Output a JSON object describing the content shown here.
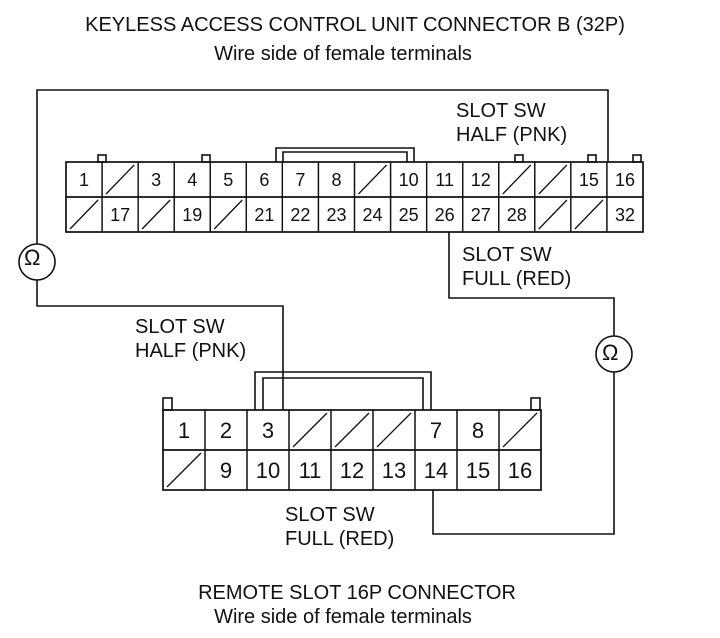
{
  "top_connector": {
    "title": "KEYLESS ACCESS CONTROL UNIT CONNECTOR B (32P)",
    "subtitle": "Wire side of female terminals",
    "row1": [
      "1",
      "",
      "3",
      "4",
      "5",
      "6",
      "7",
      "8",
      "",
      "10",
      "11",
      "12",
      "",
      "",
      "15",
      "16"
    ],
    "row2": [
      "",
      "17",
      "",
      "19",
      "",
      "21",
      "22",
      "23",
      "24",
      "25",
      "26",
      "27",
      "28",
      "",
      "",
      "32"
    ],
    "label_half": [
      "SLOT SW",
      "HALF (PNK)"
    ],
    "label_full": [
      "SLOT SW",
      "FULL (RED)"
    ]
  },
  "bottom_connector": {
    "title": "REMOTE SLOT 16P CONNECTOR",
    "subtitle": "Wire side of female terminals",
    "row1": [
      "1",
      "2",
      "3",
      "",
      "",
      "",
      "7",
      "8",
      ""
    ],
    "row2": [
      "",
      "9",
      "10",
      "11",
      "12",
      "13",
      "14",
      "15",
      "16"
    ],
    "label_half": [
      "SLOT SW",
      "HALF (PNK)"
    ],
    "label_full": [
      "SLOT SW",
      "FULL (RED)"
    ]
  },
  "meters": [
    {
      "icon": "ohmmeter-icon",
      "symbol": "Ω"
    },
    {
      "icon": "ohmmeter-icon",
      "symbol": "Ω"
    }
  ]
}
